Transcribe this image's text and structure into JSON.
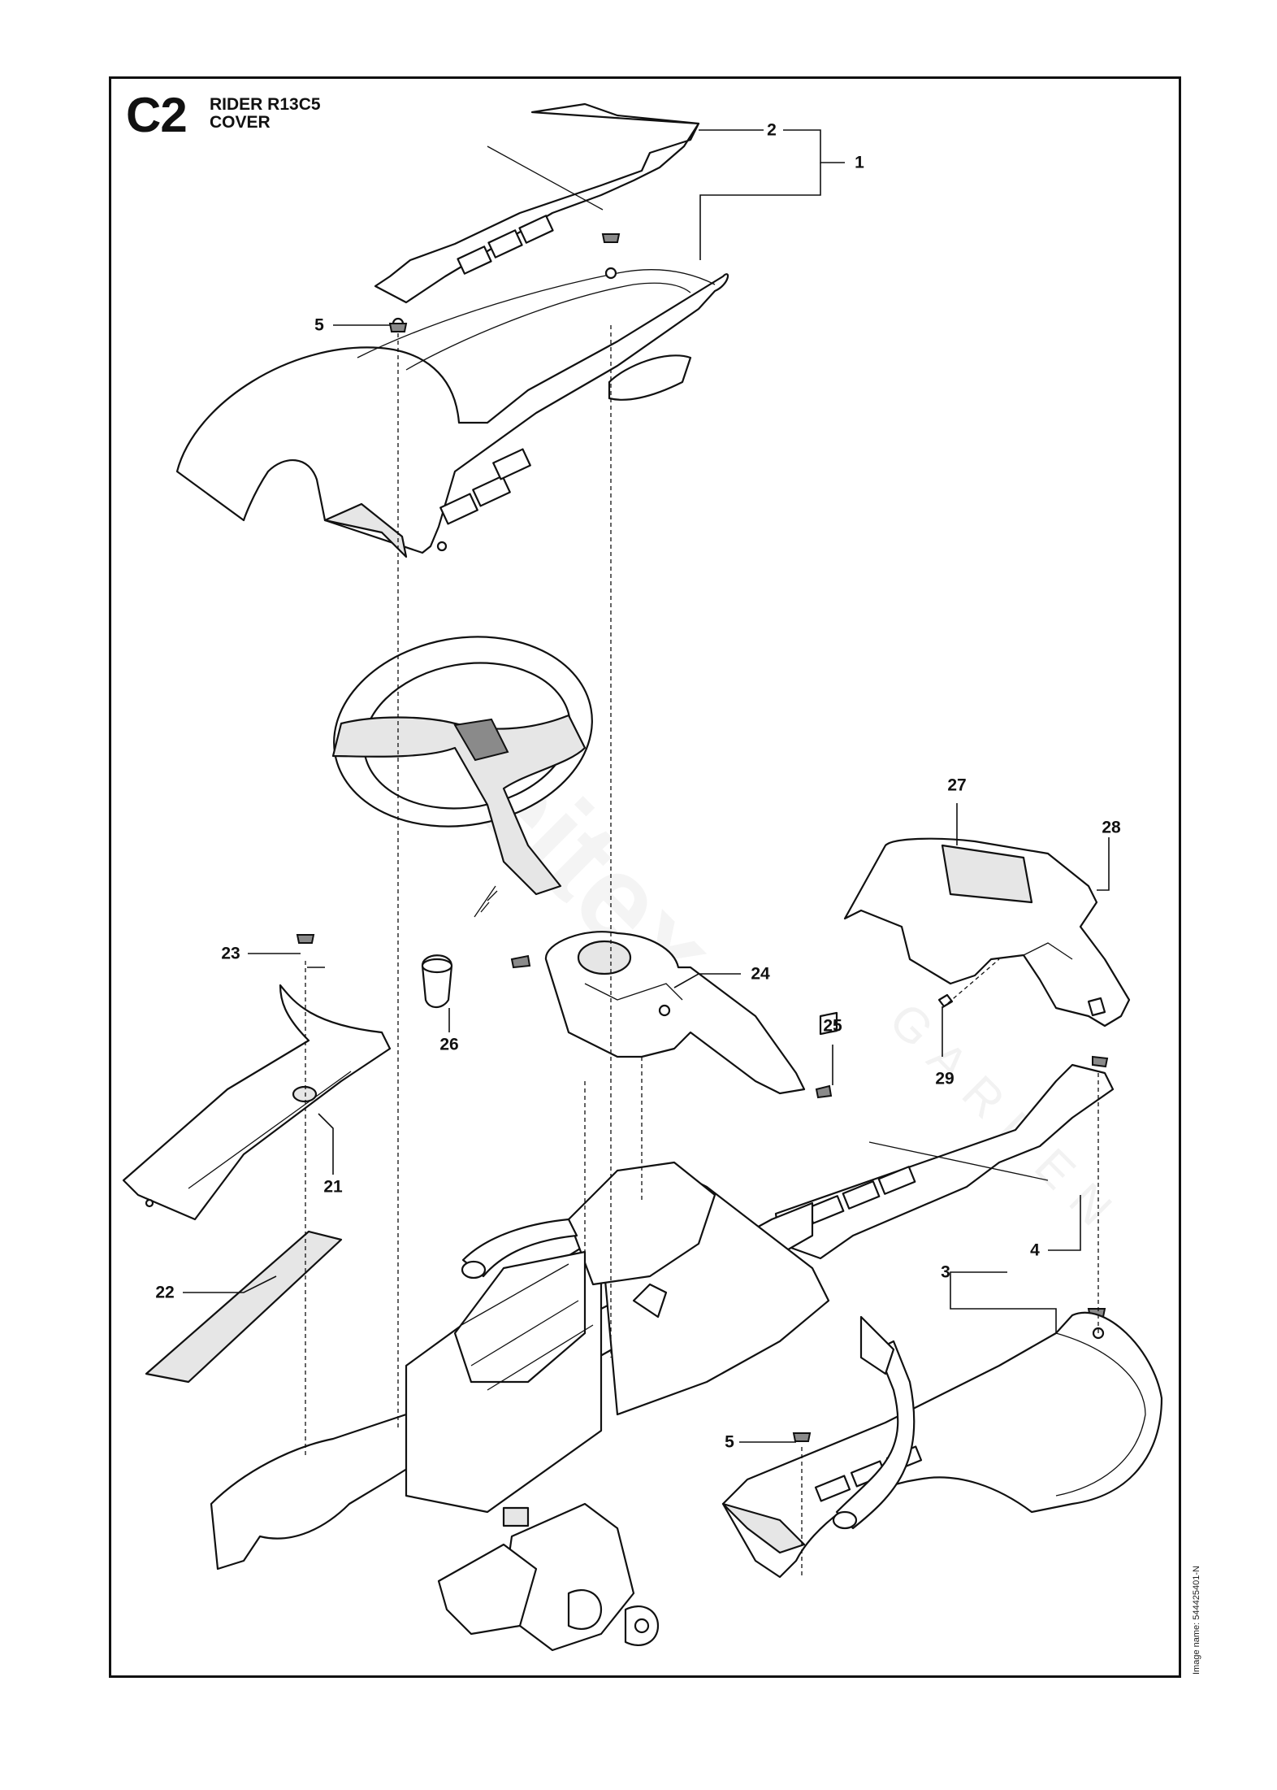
{
  "header": {
    "section_code": "C2",
    "model": "RIDER R13C5",
    "group": "COVER"
  },
  "callouts": [
    {
      "id": "c1",
      "number": "1"
    },
    {
      "id": "c2",
      "number": "2"
    },
    {
      "id": "c3",
      "number": "3"
    },
    {
      "id": "c4",
      "number": "4"
    },
    {
      "id": "c5a",
      "number": "5"
    },
    {
      "id": "c5b",
      "number": "5"
    },
    {
      "id": "c21",
      "number": "21"
    },
    {
      "id": "c22",
      "number": "22"
    },
    {
      "id": "c23",
      "number": "23"
    },
    {
      "id": "c24",
      "number": "24"
    },
    {
      "id": "c25",
      "number": "25"
    },
    {
      "id": "c26",
      "number": "26"
    },
    {
      "id": "c27",
      "number": "27"
    },
    {
      "id": "c28",
      "number": "28"
    },
    {
      "id": "c29",
      "number": "29"
    }
  ],
  "footer": {
    "image_name": "Image name: 544425401-N"
  },
  "watermark": {
    "brand": "Sreitex",
    "sub": "GARDEN"
  },
  "colors": {
    "line": "#111111",
    "shade": "#e6e6e6",
    "background": "#ffffff"
  }
}
